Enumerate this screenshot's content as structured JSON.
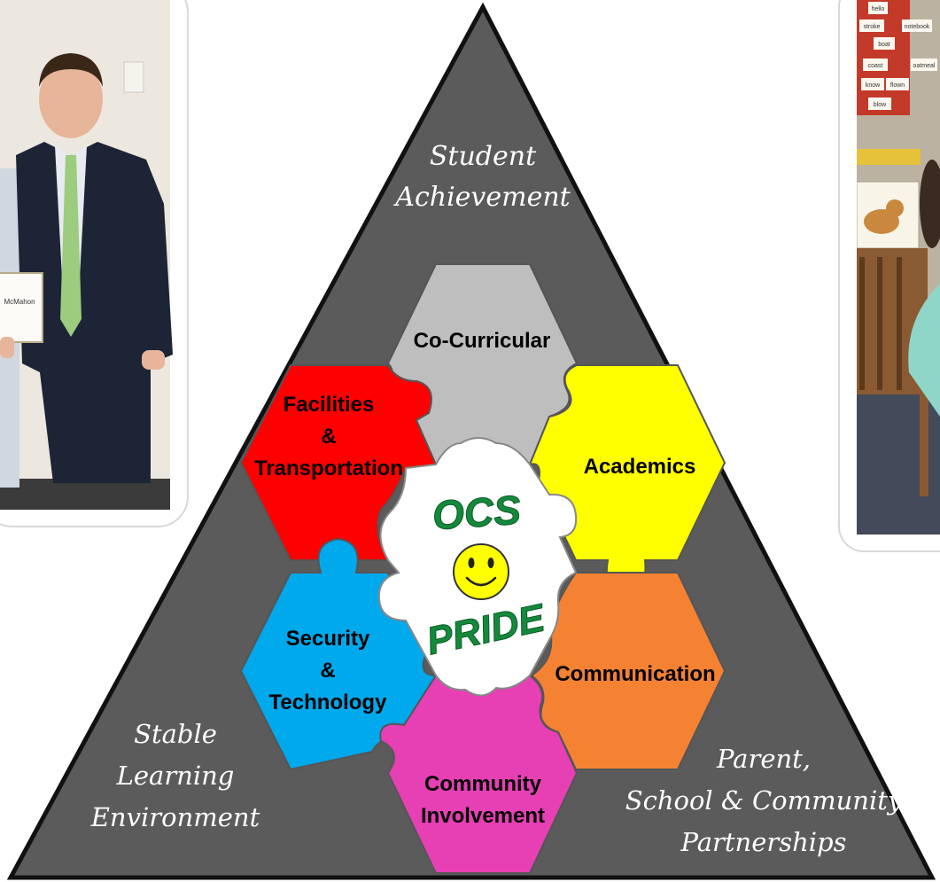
{
  "triangle": {
    "top_label": [
      "Student",
      "Achievement"
    ],
    "left_label": [
      "Stable",
      "Learning",
      "Environment"
    ],
    "right_label": [
      "Parent,",
      "School & Community",
      "Partnerships"
    ]
  },
  "pieces": {
    "co_curricular": {
      "lines": [
        "Co-Curricular"
      ],
      "color": "#bebebe"
    },
    "facilities": {
      "lines": [
        "Facilities",
        "&",
        "Transportation"
      ],
      "color": "#ff0000"
    },
    "academics": {
      "lines": [
        "Academics"
      ],
      "color": "#ffff00"
    },
    "security": {
      "lines": [
        "Security",
        "&",
        "Technology"
      ],
      "color": "#00a8ec"
    },
    "communication": {
      "lines": [
        "Communication"
      ],
      "color": "#f58232"
    },
    "community": {
      "lines": [
        "Community",
        "Involvement"
      ],
      "color": "#e640b4"
    }
  },
  "center_logo": {
    "top_text": "OCS",
    "bottom_text": "PRIDE",
    "text_color": "#15893b",
    "smiley_color": "#ffff00"
  },
  "colors": {
    "triangle_fill": "#5b5b5b",
    "triangle_stroke": "#111111",
    "label_color": "#ffffff"
  },
  "photo_left": {
    "certificate_text": "McMahon"
  },
  "photo_right": {
    "word_cards": [
      "hello",
      "stroke",
      "notebook",
      "boat",
      "coast",
      "oatmeal",
      "know",
      "flown",
      "blow"
    ]
  }
}
